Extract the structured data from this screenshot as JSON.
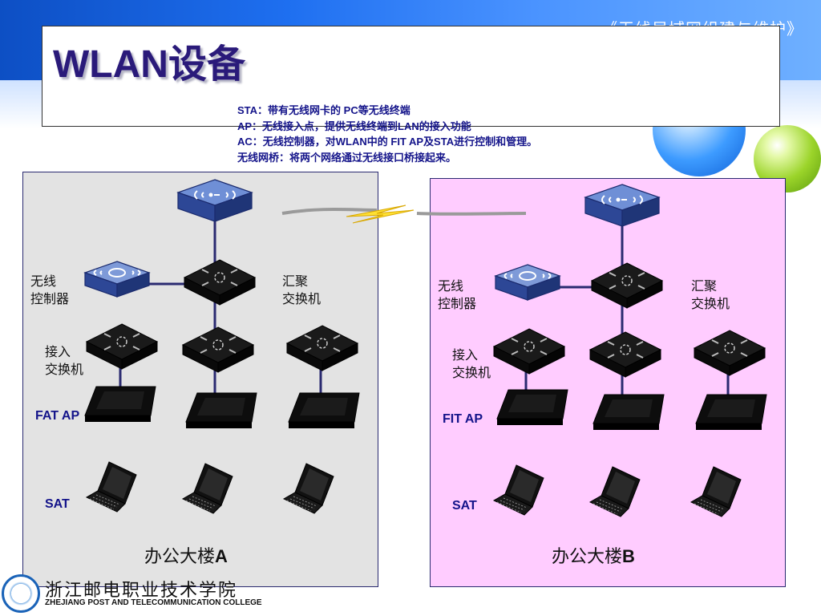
{
  "header": {
    "course_title": "《无线局域网组建与维护》"
  },
  "slide": {
    "title": "WLAN设备"
  },
  "definitions": [
    "STA：带有无线网卡的 PC等无线终端",
    "AP：无线接入点，提供无线终端到LAN的接入功能",
    "AC：无线控制器，对WLAN中的 FIT AP及STA进行控制和管理。",
    "无线网桥：将两个网络通过无线接口桥接起来。"
  ],
  "building_a": {
    "controller_label": "无线\n控制器",
    "aggregation_label": "汇聚\n交换机",
    "access_label": "接入\n交换机",
    "ap_label": "FAT AP",
    "sta_label": "SAT",
    "name": "办公大楼",
    "name_suffix": "A"
  },
  "building_b": {
    "controller_label": "无线\n控制器",
    "aggregation_label": "汇聚\n交换机",
    "access_label": "接入\n交换机",
    "ap_label": "FIT AP",
    "sta_label": "SAT",
    "name": "办公大楼",
    "name_suffix": "B"
  },
  "college": {
    "name_cn": "浙江邮电职业技术学院",
    "name_en": "ZHEJIANG POST AND TELECOMMUNICATION COLLEGE"
  },
  "colors": {
    "panel_a": "#e3e3e3",
    "panel_b": "#ffccff",
    "link_line": "#2a2a70",
    "title_text": "#2a1a7a",
    "definition_text": "#14148a",
    "device_blue": "#3a5aa8"
  },
  "icons": [
    "wireless-bridge-icon",
    "wireless-controller-icon",
    "aggregation-switch-icon",
    "access-switch-icon",
    "access-point-icon",
    "laptop-icon",
    "lightning-link-icon"
  ]
}
